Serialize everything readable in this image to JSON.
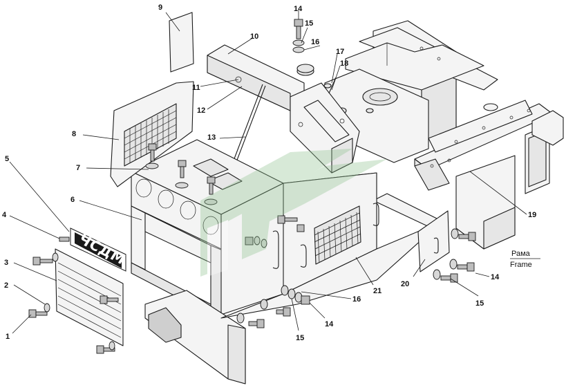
{
  "diagram": {
    "part_numbers": {
      "p1": "1",
      "p2": "2",
      "p3": "3",
      "p4": "4",
      "p5": "5",
      "p6": "6",
      "p7": "7",
      "p8": "8",
      "p9": "9",
      "p10": "10",
      "p11": "11",
      "p12": "12",
      "p13": "13",
      "p14a": "14",
      "p14b": "14",
      "p14c": "14",
      "p15a": "15",
      "p15b": "15",
      "p15c": "15",
      "p16a": "16",
      "p16b": "16",
      "p17": "17",
      "p18": "18",
      "p19": "19",
      "p20": "20",
      "p21": "21"
    },
    "frame_label_ru": "Рама",
    "frame_label_en": "Frame",
    "grille_brand": "ЧСДМ",
    "watermark_color": "#8fc28f"
  }
}
